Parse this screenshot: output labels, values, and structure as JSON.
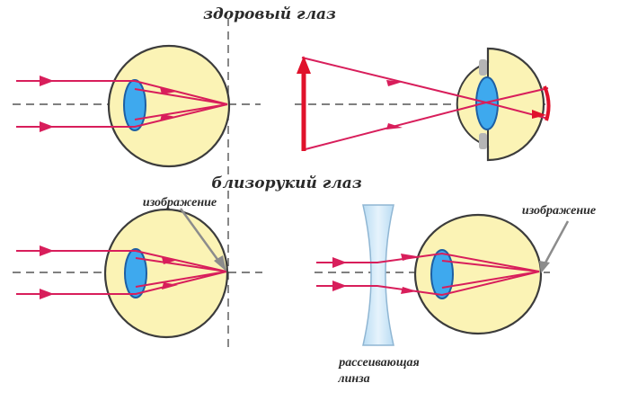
{
  "titles": {
    "healthy": "здоровый глаз",
    "myopic": "близорукий глаз"
  },
  "labels": {
    "image_left": "изображение",
    "image_right": "изображение",
    "lens_line1": "рассеивающая",
    "lens_line2": "линза"
  },
  "colors": {
    "ray": "#d81e5b",
    "object_arrow": "#e0122b",
    "eyeball": "#fbf3b5",
    "lens": "#3ea9ee",
    "diverging_lens": "#cfe6f5",
    "pointer": "#8c8c8c"
  }
}
